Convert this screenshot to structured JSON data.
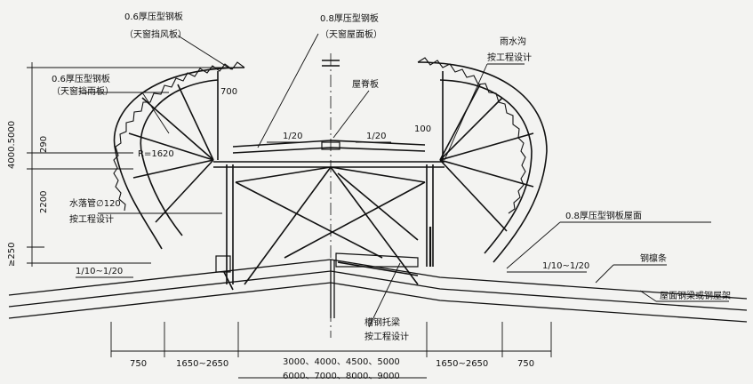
{
  "labels": {
    "canopy_sheet_top": "0.6厚压型钢板",
    "canopy_sheet_top_note": "（天窗挡风板）",
    "canopy_sheet_left": "0.6厚压型钢板",
    "canopy_sheet_left_note": "（天窗挡雨板）",
    "roof_panel_sheet": "0.8厚压型钢板",
    "roof_panel_sheet_note": "（天窗屋面板）",
    "ridge_plate": "屋脊板",
    "gutter": "雨水沟",
    "gutter_note": "按工程设计",
    "radius": "R=1620",
    "drain_pipe": "水落管∅120",
    "drain_pipe_note": "按工程设计",
    "roof_sheet_right": "0.8厚压型钢板屋面",
    "purlin": "钢檩条",
    "roof_beam": "屋面钢梁或钢屋架",
    "channel_truss": "槽钢托梁",
    "channel_truss_note": "按工程设计"
  },
  "slopes": {
    "left_top": "1/20",
    "right_top": "1/20",
    "left_roof": "1/10~1/20",
    "right_roof": "1/10~1/20"
  },
  "dimensions": {
    "width_700": "700",
    "width_100": "100",
    "height_total": "4000.5000",
    "height_290": "290",
    "height_2200": "2200",
    "height_250": "≥250",
    "bottom_left_750": "750",
    "bottom_left_span": "1650~2650",
    "bottom_mid_a": "3000、4000、4500、5000",
    "bottom_mid_b": "6000、7000、8000、9000",
    "bottom_right_span": "1650~2650",
    "bottom_right_750": "750"
  }
}
